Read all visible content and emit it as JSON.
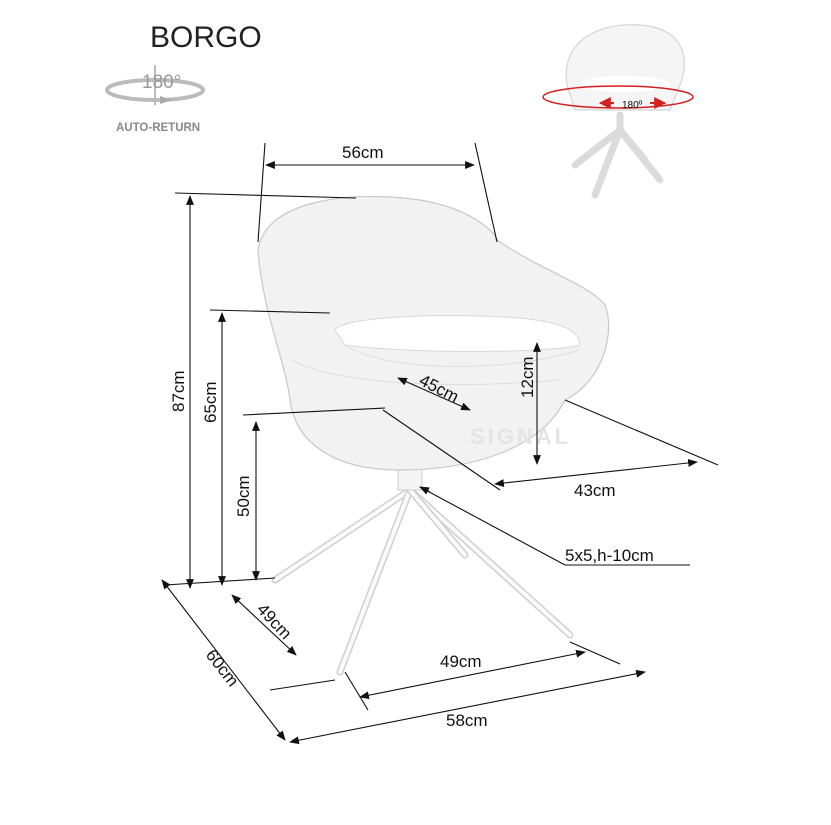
{
  "title": "BORGO",
  "badge": {
    "angle": "180°",
    "label": "AUTO-RETURN",
    "icon": "rotation-arrow-icon"
  },
  "preview": {
    "angle": "180º",
    "accent": "#d42020"
  },
  "watermark": "SIGNAL",
  "dimensions": {
    "width_top": "56cm",
    "height_total": "87cm",
    "height_armrest": "65cm",
    "height_seat": "50cm",
    "armrest_above_seat": "12cm",
    "seat_depth_diag": "45cm",
    "seat_depth": "43cm",
    "leg_profile": "5x5,h-10cm",
    "base_depth": "49cm",
    "base_width": "49cm",
    "depth_total": "60cm",
    "width_total": "58cm"
  }
}
